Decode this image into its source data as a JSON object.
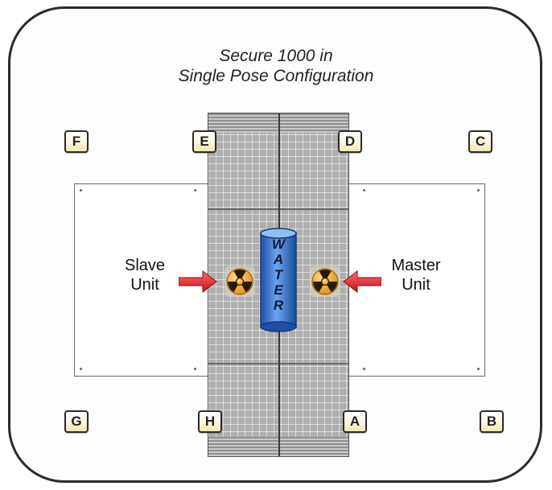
{
  "title": {
    "line1": "Secure 1000 in",
    "line2": "Single Pose Configuration"
  },
  "positions": [
    "A",
    "B",
    "C",
    "D",
    "E",
    "F",
    "G",
    "H"
  ],
  "units": {
    "left": {
      "line1": "Slave",
      "line2": "Unit"
    },
    "right": {
      "line1": "Master",
      "line2": "Unit"
    }
  },
  "water_letters": [
    "W",
    "A",
    "T",
    "E",
    "R"
  ],
  "icons": {
    "radiation": "radiation-icon",
    "arrow": "red-arrow-icon",
    "water": "water-tank-icon"
  },
  "colors": {
    "label_fill": "#f7efc4",
    "water_blue": "#3f7ed6",
    "arrow_red": "#e0242c",
    "radiation_orange": "#f2a41a"
  }
}
